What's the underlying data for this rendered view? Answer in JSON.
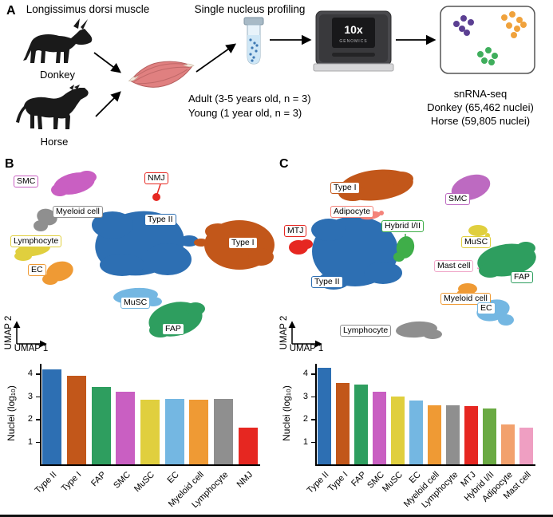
{
  "panel_a": {
    "label": "A",
    "muscle_title": "Longissimus dorsi muscle",
    "profiling_title": "Single nucleus profiling",
    "donkey_label": "Donkey",
    "horse_label": "Horse",
    "adult_text": "Adult (3-5 years old, n = 3)",
    "young_text": "Young (1 year old, n = 3)",
    "snrna_title": "snRNA-seq",
    "donkey_nuclei": "Donkey (65,462 nuclei)",
    "horse_nuclei": "Horse (59,805 nuclei)",
    "machine_brand": "10x",
    "machine_brand_sub": "GENOMICS"
  },
  "panel_b": {
    "label": "B"
  },
  "panel_c": {
    "label": "C"
  },
  "chart_data": [
    {
      "id": "umap_donkey",
      "type": "scatter",
      "xlabel": "UMAP 1",
      "ylabel": "UMAP 2",
      "legend_position": "on-plot-labels",
      "clusters": [
        {
          "name": "Type II",
          "color": "#2d6fb3"
        },
        {
          "name": "Type I",
          "color": "#c2571a"
        },
        {
          "name": "FAP",
          "color": "#2e9e5f"
        },
        {
          "name": "SMC",
          "color": "#c95fc2"
        },
        {
          "name": "MuSC",
          "color": "#74b7e2"
        },
        {
          "name": "EC",
          "color": "#ef9a34"
        },
        {
          "name": "Myeloid cell",
          "color": "#8f8f8f"
        },
        {
          "name": "Lymphocyte",
          "color": "#e0cf3e"
        },
        {
          "name": "NMJ",
          "color": "#e62721"
        }
      ]
    },
    {
      "id": "bar_donkey",
      "type": "bar",
      "title": "",
      "xlabel": "",
      "ylabel": "Nuclei (log₁₀)",
      "categories": [
        "Type II",
        "Type I",
        "FAP",
        "SMC",
        "MuSC",
        "EC",
        "Myeloid cell",
        "Lymphocyte",
        "NMJ"
      ],
      "values": [
        4.2,
        3.9,
        3.4,
        3.2,
        2.85,
        2.9,
        2.85,
        2.9,
        1.6
      ],
      "colors": [
        "#2d6fb3",
        "#c2571a",
        "#2e9e5f",
        "#c95fc2",
        "#e0cf3e",
        "#74b7e2",
        "#ef9a34",
        "#8f8f8f",
        "#e62721"
      ],
      "yticks": [
        1,
        2,
        3,
        4
      ],
      "ylim": [
        0,
        4.5
      ],
      "grid": false
    },
    {
      "id": "umap_horse",
      "type": "scatter",
      "xlabel": "UMAP 1",
      "ylabel": "UMAP 2",
      "legend_position": "on-plot-labels",
      "clusters": [
        {
          "name": "Type I",
          "color": "#c2571a"
        },
        {
          "name": "SMC",
          "color": "#bd6ac1"
        },
        {
          "name": "Adipocyte",
          "color": "#f4837a"
        },
        {
          "name": "MTJ",
          "color": "#e62721"
        },
        {
          "name": "Hybrid I/II",
          "color": "#3fae49"
        },
        {
          "name": "MuSC",
          "color": "#e0cf3e"
        },
        {
          "name": "Mast cell",
          "color": "#f0a6c8"
        },
        {
          "name": "FAP",
          "color": "#2e9e5f"
        },
        {
          "name": "Type II",
          "color": "#2d6fb3"
        },
        {
          "name": "Myeloid cell",
          "color": "#ef9a34"
        },
        {
          "name": "EC",
          "color": "#74b7e2"
        },
        {
          "name": "Lymphocyte",
          "color": "#8f8f8f"
        }
      ]
    },
    {
      "id": "bar_horse",
      "type": "bar",
      "title": "",
      "xlabel": "",
      "ylabel": "Nuclei (log₁₀)",
      "categories": [
        "Type II",
        "Type I",
        "FAP",
        "SMC",
        "MuSC",
        "EC",
        "Myeloid cell",
        "Lymphocyte",
        "MTJ",
        "Hybrid I/II",
        "Adipocyte",
        "Mast cell"
      ],
      "values": [
        4.25,
        3.6,
        3.5,
        3.2,
        3.0,
        2.8,
        2.6,
        2.6,
        2.55,
        2.45,
        1.75,
        1.6
      ],
      "colors": [
        "#2d6fb3",
        "#c2571a",
        "#2e9e5f",
        "#c95fc2",
        "#e0cf3e",
        "#74b7e2",
        "#ef9a34",
        "#8f8f8f",
        "#e62721",
        "#6aaa43",
        "#f2a16d",
        "#ef9fc2"
      ],
      "yticks": [
        1,
        2,
        3,
        4
      ],
      "ylim": [
        0,
        4.5
      ],
      "grid": false
    }
  ]
}
